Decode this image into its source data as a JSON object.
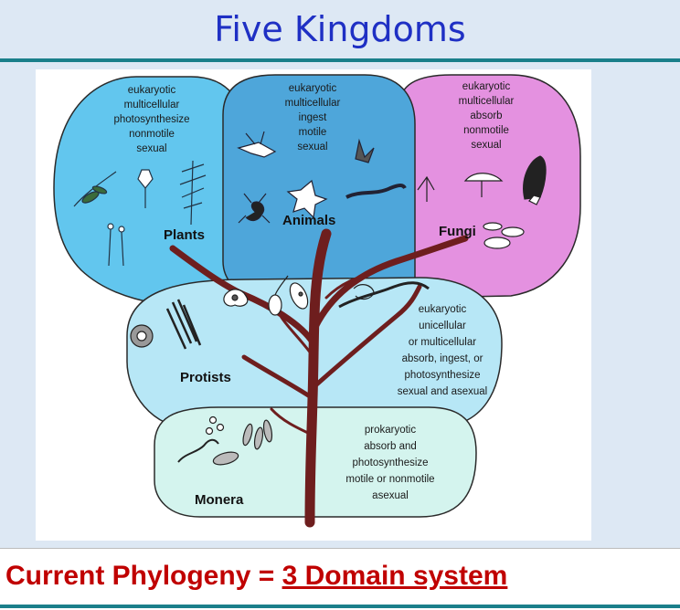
{
  "title": "Five Kingdoms",
  "kingdoms": {
    "plants": {
      "name": "Plants",
      "traits": [
        "eukaryotic",
        "multicellular",
        "photosynthesize",
        "nonmotile",
        "sexual"
      ]
    },
    "animals": {
      "name": "Animals",
      "traits": [
        "eukaryotic",
        "multicellular",
        "ingest",
        "motile",
        "sexual"
      ]
    },
    "fungi": {
      "name": "Fungi",
      "traits": [
        "eukaryotic",
        "multicellular",
        "absorb",
        "nonmotile",
        "sexual"
      ]
    },
    "protists": {
      "name": "Protists",
      "traits": [
        "eukaryotic",
        "unicellular",
        "or multicellular",
        "absorb, ingest, or",
        "photosynthesize",
        "sexual and asexual"
      ]
    },
    "monera": {
      "name": "Monera",
      "traits": [
        "prokaryotic",
        "absorb and",
        "photosynthesize",
        "motile or nonmotile",
        "asexual"
      ]
    }
  },
  "colors": {
    "plants": "#62c6ee",
    "animals": "#4ea6da",
    "fungi": "#e491e0",
    "protists": "#b7e7f6",
    "monera": "#d4f4ee",
    "trunk": "#6e1e1e",
    "title": "#1f30c4",
    "footer": "#c00000"
  },
  "footer": {
    "prefix": "Current Phylogeny = ",
    "highlight": "3 Domain system"
  }
}
